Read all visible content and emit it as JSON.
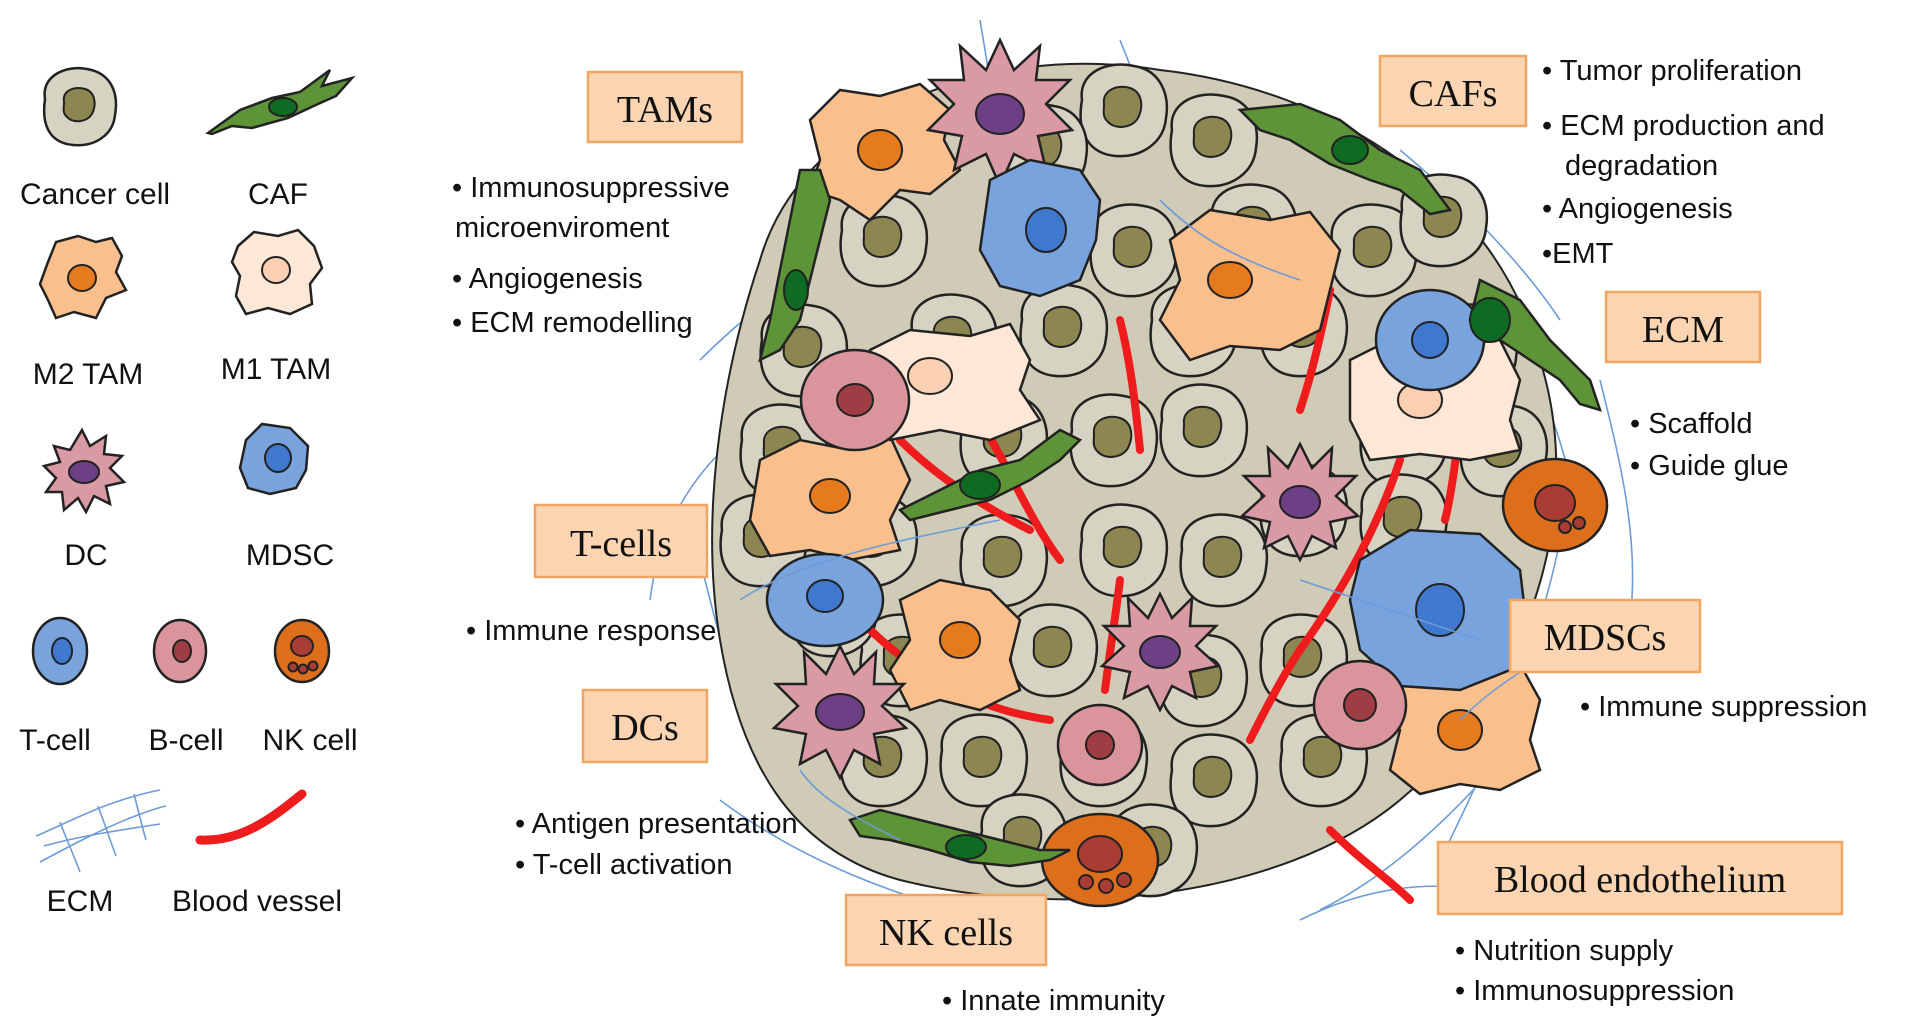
{
  "legend": {
    "cancer_cell": "Cancer cell",
    "caf": "CAF",
    "m2_tam": "M2 TAM",
    "m1_tam": "M1 TAM",
    "dc": "DC",
    "mdsc": "MDSC",
    "t_cell": "T-cell",
    "b_cell": "B-cell",
    "nk_cell": "NK cell",
    "ecm": "ECM",
    "blood_vessel": "Blood vessel"
  },
  "labels": {
    "tams": {
      "title": "TAMs",
      "bullets": [
        "Immunosuppressive",
        "microenviroment",
        "Angiogenesis",
        "ECM remodelling"
      ]
    },
    "t_cells": {
      "title": "T-cells",
      "bullets": [
        "Immune response"
      ]
    },
    "dcs": {
      "title": "DCs",
      "bullets": [
        "Antigen presentation",
        "T-cell activation"
      ]
    },
    "nk_cells": {
      "title": "NK cells",
      "bullets": [
        "Innate immunity"
      ]
    },
    "cafs": {
      "title": "CAFs",
      "bullets": [
        "Tumor proliferation",
        "ECM production and",
        "degradation",
        "Angiogenesis",
        "EMT"
      ]
    },
    "ecm": {
      "title": "ECM",
      "bullets": [
        "Scaffold",
        "Guide glue"
      ]
    },
    "mdscs": {
      "title": "MDSCs",
      "bullets": [
        "Immune suppression"
      ]
    },
    "blood_endothelium": {
      "title": "Blood endothelium",
      "bullets": [
        "Nutrition supply",
        "Immunosuppression"
      ]
    }
  },
  "colors": {
    "label_box_fill": "#fbd5b2",
    "label_box_stroke": "#f0a560",
    "cancer_cell": "#d6d3c2",
    "caf": "#5e9438",
    "m2_tam": "#f9bf8c",
    "m1_tam": "#fde7d6",
    "dc": "#d99aa5",
    "mdsc": "#78a3dd",
    "b_cell": "#d9949c",
    "nk_cell": "#dd6f1c",
    "blood_vessel": "#ee1c1c",
    "ecm": "#6d9bd6"
  }
}
